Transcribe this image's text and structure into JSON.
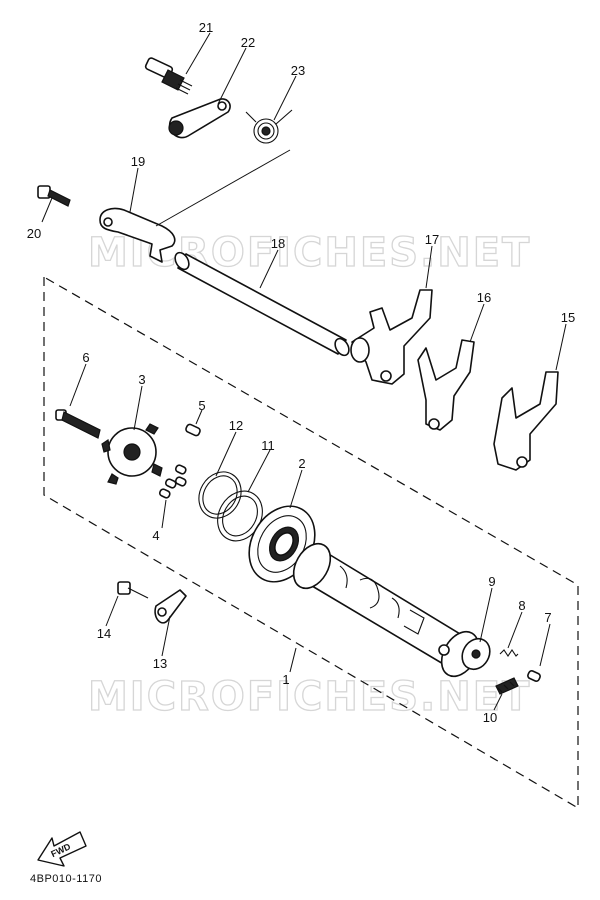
{
  "watermarks": [
    "MICROFICHES.NET",
    "MICROFICHES.NET"
  ],
  "diagram_code": "4BP010-1170",
  "fwd_label": "FWD",
  "callouts": {
    "c1": "1",
    "c2": "2",
    "c3": "3",
    "c4": "4",
    "c5": "5",
    "c6": "6",
    "c7": "7",
    "c8": "8",
    "c9": "9",
    "c10": "10",
    "c11": "11",
    "c12": "12",
    "c13": "13",
    "c14": "14",
    "c15": "15",
    "c16": "16",
    "c17": "17",
    "c18": "18",
    "c19": "19",
    "c20": "20",
    "c21": "21",
    "c22": "22",
    "c23": "23"
  }
}
